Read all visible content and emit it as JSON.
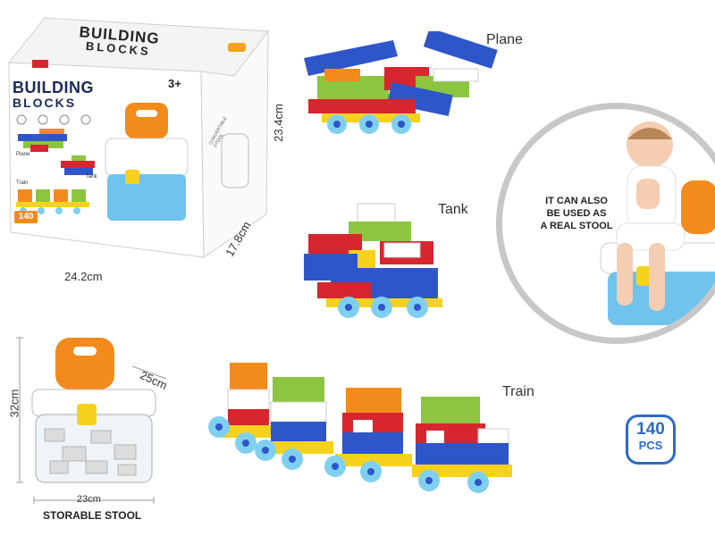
{
  "box": {
    "title_line1": "BUILDING",
    "title_line2": "BLOCKS",
    "top_title_line1": "BUILDING",
    "top_title_line2": "BLOCKS",
    "age": "3+",
    "count": "140",
    "mini_labels": [
      "Plane",
      "Tank",
      "Train"
    ],
    "side_caption": "CONVERTIBLE STOOL"
  },
  "dimensions": {
    "box_width": "24.2cm",
    "box_depth": "17.8cm",
    "box_height": "23.4cm",
    "stool_width": "23cm",
    "stool_depth": "25cm",
    "stool_height": "32cm"
  },
  "models": {
    "plane": "Plane",
    "tank": "Tank",
    "train": "Train"
  },
  "stool_caption": "STORABLE STOOL",
  "circle_text": [
    "IT CAN ALSO",
    "BE USED AS",
    "A REAL STOOL"
  ],
  "pcs_badge": {
    "number": "140",
    "unit": "PCS"
  },
  "colors": {
    "brick_blue": "#2f56c8",
    "brick_red": "#d7262e",
    "brick_green": "#8cc63f",
    "brick_orange": "#f38b1c",
    "brick_yellow": "#f6d21c",
    "wheel_blue": "#7fd0f0",
    "stool_blue": "#6fc3ec",
    "badge_blue": "#2b6cc4"
  }
}
